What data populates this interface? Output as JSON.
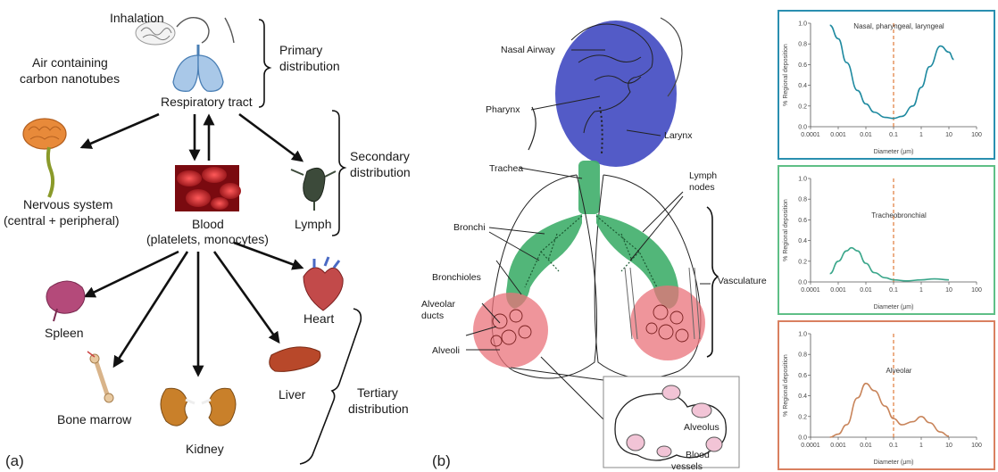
{
  "panel_a": {
    "letter": "(a)",
    "labels": {
      "inhalation": "Inhalation",
      "air_line1": "Air containing",
      "air_line2": "carbon nanotubes",
      "respiratory_tract": "Respiratory tract",
      "primary_line1": "Primary",
      "primary_line2": "distribution",
      "nervous_line1": "Nervous system",
      "nervous_line2": "(central + peripheral)",
      "blood_line1": "Blood",
      "blood_line2": "(platelets, monocytes)",
      "lymph": "Lymph",
      "secondary_line1": "Secondary",
      "secondary_line2": "distribution",
      "spleen": "Spleen",
      "heart": "Heart",
      "bone_marrow": "Bone marrow",
      "kidney": "Kidney",
      "liver": "Liver",
      "tertiary_line1": "Tertiary",
      "tertiary_line2": "distribution"
    }
  },
  "panel_b": {
    "letter": "(b)",
    "labels": {
      "nasal_airway": "Nasal Airway",
      "pharynx": "Pharynx",
      "larynx": "Larynx",
      "trachea": "Trachea",
      "lymph_line1": "Lymph",
      "lymph_line2": "nodes",
      "bronchi": "Bronchi",
      "bronchioles": "Bronchioles",
      "vasculature": "Vasculature",
      "alveolar_line1": "Alveolar",
      "alveolar_line2": "ducts",
      "alveoli": "Alveoli",
      "alveolus": "Alveolus",
      "blood_line1": "Blood",
      "blood_line2": "vessels"
    },
    "colors": {
      "nasal_region": "#4a52c4",
      "tracheobronchial_region": "#3fae6a",
      "alveolar_region": "#e9727a"
    }
  },
  "chart_data": [
    {
      "type": "line",
      "title": "Nasal, pharyngeal, laryngeal",
      "xlabel": "Diameter (μm)",
      "ylabel": "% Regional deposition",
      "x_scale": "log",
      "xlim": [
        0.0001,
        100
      ],
      "ylim": [
        0,
        1.0
      ],
      "x_ticks": [
        "0.0001",
        "0.001",
        "0.01",
        "0.1",
        "1",
        "10",
        "100"
      ],
      "y_ticks": [
        "0.0",
        "0.2",
        "0.4",
        "0.6",
        "0.8",
        "1.0"
      ],
      "reference_line_x": 0.1,
      "frame_color": "#2a8fb0",
      "line_color": "#1f8aa0",
      "series": [
        {
          "x": [
            0.0005,
            0.001,
            0.002,
            0.005,
            0.01,
            0.02,
            0.05,
            0.1,
            0.2,
            0.5,
            1,
            2,
            5,
            10,
            15
          ],
          "y": [
            0.98,
            0.85,
            0.62,
            0.35,
            0.22,
            0.14,
            0.09,
            0.08,
            0.1,
            0.2,
            0.38,
            0.58,
            0.78,
            0.72,
            0.65
          ]
        }
      ]
    },
    {
      "type": "line",
      "title": "Tracheobronchial",
      "xlabel": "Diameter (μm)",
      "ylabel": "% Regional deposition",
      "x_scale": "log",
      "xlim": [
        0.0001,
        100
      ],
      "ylim": [
        0,
        1.0
      ],
      "x_ticks": [
        "0.0001",
        "0.001",
        "0.01",
        "0.1",
        "1",
        "10",
        "100"
      ],
      "y_ticks": [
        "0.0",
        "0.2",
        "0.4",
        "0.6",
        "0.8",
        "1.0"
      ],
      "reference_line_x": 0.1,
      "frame_color": "#5fbf86",
      "line_color": "#3aa68a",
      "series": [
        {
          "x": [
            0.0005,
            0.001,
            0.002,
            0.003,
            0.005,
            0.01,
            0.02,
            0.05,
            0.1,
            0.3,
            1,
            3,
            10
          ],
          "y": [
            0.08,
            0.2,
            0.3,
            0.33,
            0.3,
            0.18,
            0.09,
            0.04,
            0.02,
            0.01,
            0.02,
            0.03,
            0.02
          ]
        }
      ]
    },
    {
      "type": "line",
      "title": "Alveolar",
      "xlabel": "Diameter (μm)",
      "ylabel": "% Regional deposition",
      "x_scale": "log",
      "xlim": [
        0.0001,
        100
      ],
      "ylim": [
        0,
        1.0
      ],
      "x_ticks": [
        "0.0001",
        "0.001",
        "0.01",
        "0.1",
        "1",
        "10",
        "100"
      ],
      "y_ticks": [
        "0.0",
        "0.2",
        "0.4",
        "0.6",
        "0.8",
        "1.0"
      ],
      "reference_line_x": 0.1,
      "frame_color": "#d98060",
      "line_color": "#c8845a",
      "series": [
        {
          "x": [
            0.0005,
            0.001,
            0.002,
            0.005,
            0.01,
            0.02,
            0.05,
            0.1,
            0.2,
            0.5,
            1,
            2,
            5,
            10
          ],
          "y": [
            0.0,
            0.03,
            0.12,
            0.38,
            0.52,
            0.45,
            0.3,
            0.18,
            0.12,
            0.15,
            0.2,
            0.14,
            0.05,
            0.01
          ]
        }
      ]
    }
  ]
}
